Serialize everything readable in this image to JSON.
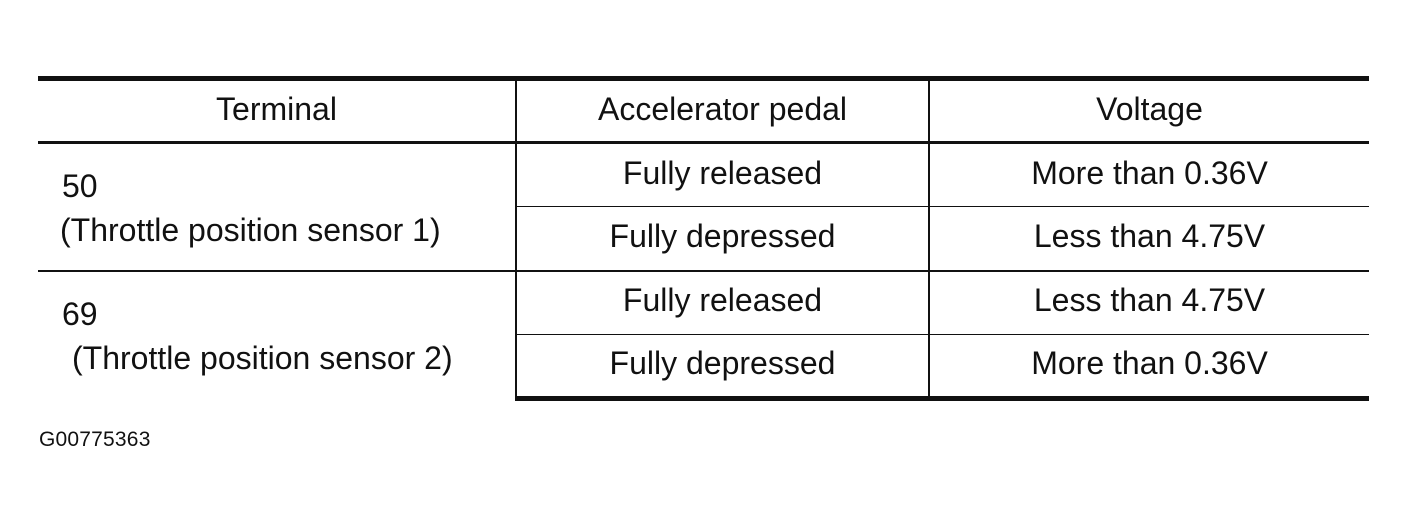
{
  "table": {
    "headers": {
      "terminal": "Terminal",
      "pedal": "Accelerator pedal",
      "voltage": "Voltage"
    },
    "groups": [
      {
        "terminal_number": "50",
        "terminal_name": "(Throttle position sensor 1)",
        "rows": [
          {
            "pedal": "Fully released",
            "voltage": "More than 0.36V"
          },
          {
            "pedal": "Fully depressed",
            "voltage": "Less than 4.75V"
          }
        ]
      },
      {
        "terminal_number": "69",
        "terminal_name": "(Throttle position sensor 2)",
        "rows": [
          {
            "pedal": "Fully released",
            "voltage": "Less than 4.75V"
          },
          {
            "pedal": "Fully depressed",
            "voltage": "More than 0.36V"
          }
        ]
      }
    ]
  },
  "figure_id": "G00775363"
}
